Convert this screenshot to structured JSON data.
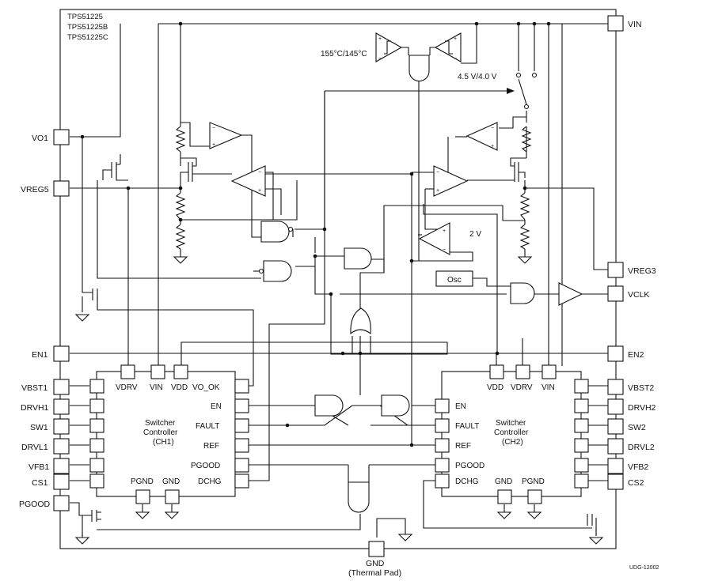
{
  "part_numbers": [
    "TPS51225",
    "TPS51225B",
    "TPS51225C"
  ],
  "left_pins": [
    "VO1",
    "VREG5",
    "EN1",
    "VBST1",
    "DRVH1",
    "SW1",
    "DRVL1",
    "VFB1",
    "CS1",
    "PGOOD"
  ],
  "right_pins": [
    "VIN",
    "VREG3",
    "VCLK",
    "EN2",
    "VBST2",
    "DRVH2",
    "SW2",
    "DRVL2",
    "VFB2",
    "CS2"
  ],
  "bottom_pin": {
    "name": "GND",
    "sub": "(Thermal Pad)"
  },
  "thresholds": {
    "thermal": "155°C/145°C",
    "uvlo": "4.5 V/4.0 V",
    "ref": "2 V"
  },
  "osc_label": "Osc",
  "ch1": {
    "title": [
      "Switcher",
      "Controller",
      "(CH1)"
    ],
    "top": [
      "VDRV",
      "VIN",
      "VDD",
      "VO_OK"
    ],
    "right": [
      "EN",
      "FAULT",
      "REF",
      "PGOOD",
      "DCHG"
    ],
    "bottom": [
      "PGND",
      "GND"
    ]
  },
  "ch2": {
    "title": [
      "Switcher",
      "Controller",
      "(CH2)"
    ],
    "top": [
      "VDD",
      "VDRV",
      "VIN"
    ],
    "left": [
      "EN",
      "FAULT",
      "REF",
      "PGOOD",
      "DCHG"
    ],
    "bottom": [
      "GND",
      "PGND"
    ]
  },
  "doc_id": "UDG-12002"
}
